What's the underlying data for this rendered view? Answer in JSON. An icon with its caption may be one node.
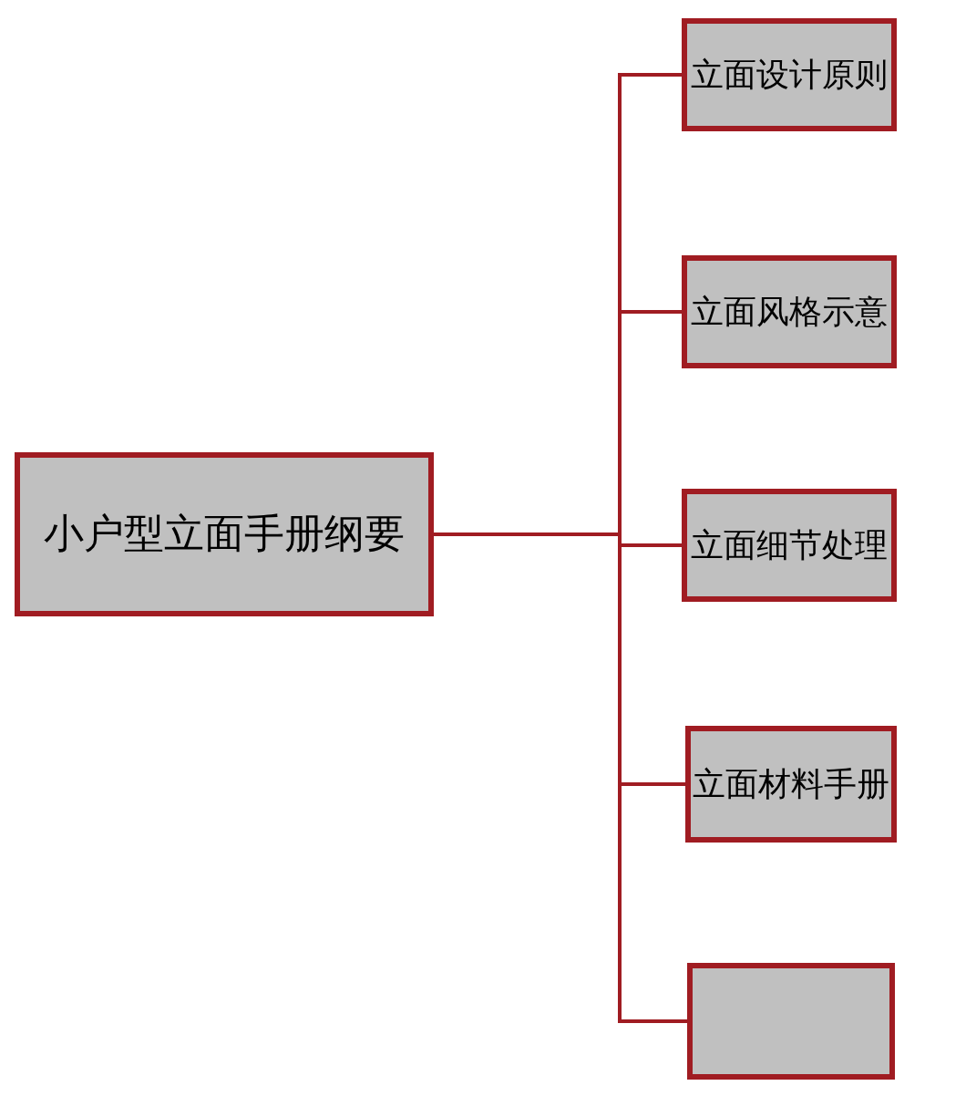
{
  "diagram": {
    "nodes": [
      {
        "text": [
          "小户型立面手册纲要"
        ]
      },
      {
        "text": [
          "立面设计原则"
        ]
      },
      {
        "text": [
          "立面风格示意"
        ]
      },
      {
        "text": [
          "立面细节处理"
        ]
      },
      {
        "text": [
          "立面材料手册"
        ]
      },
      {
        "text": [],
        "shape": "box"
      }
    ],
    "edges": [
      {
        "from": 0,
        "to": 1,
        "arrow": "none"
      },
      {
        "from": 0,
        "to": 2,
        "arrow": "none"
      },
      {
        "from": 0,
        "to": 3,
        "arrow": "none"
      },
      {
        "from": 0,
        "to": 4,
        "arrow": "none"
      },
      {
        "from": 0,
        "to": 5,
        "arrow": "none"
      }
    ]
  }
}
